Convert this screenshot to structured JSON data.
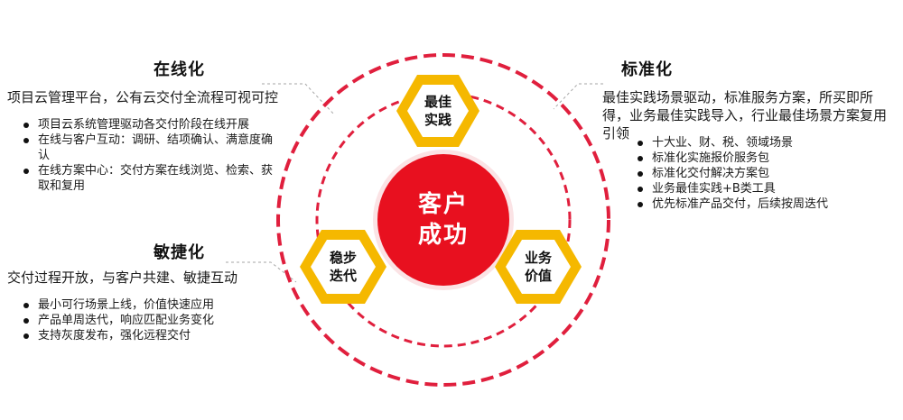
{
  "colors": {
    "ring": "#e01f3d",
    "center_fill": "#e8101f",
    "hex_outer": "#f5b800",
    "hex_inner": "#ffffff",
    "connector": "#a6a6a6"
  },
  "center": {
    "line1": "客户",
    "line2": "成功"
  },
  "hexagons": {
    "top": {
      "line1": "最佳",
      "line2": "实践"
    },
    "left": {
      "line1": "稳步",
      "line2": "迭代"
    },
    "right": {
      "line1": "业务",
      "line2": "价值"
    }
  },
  "online": {
    "heading": "在线化",
    "lead": "项目云管理平台，公有云交付全流程可视可控",
    "bullets": [
      "项目云系统管理驱动各交付阶段在线开展",
      "在线与客户互动：调研、结项确认、满意度确认",
      "在线方案中心：交付方案在线浏览、检索、获取和复用"
    ]
  },
  "standard": {
    "heading": "标准化",
    "lead": "最佳实践场景驱动，标准服务方案，所买即所得，业务最佳实践导入，行业最佳场景方案复用引领",
    "bullets": [
      "十大业、财、税、领域场景",
      "标准化实施报价服务包",
      "标准化交付解决方案包",
      "业务最佳实践+B类工具",
      "优先标准产品交付，后续按周迭代"
    ]
  },
  "agile": {
    "heading": "敏捷化",
    "lead": "交付过程开放，与客户共建、敏捷互动",
    "bullets": [
      "最小可行场景上线，价值快速应用",
      "产品单周迭代，响应匹配业务变化",
      "支持灰度发布，强化远程交付"
    ]
  }
}
